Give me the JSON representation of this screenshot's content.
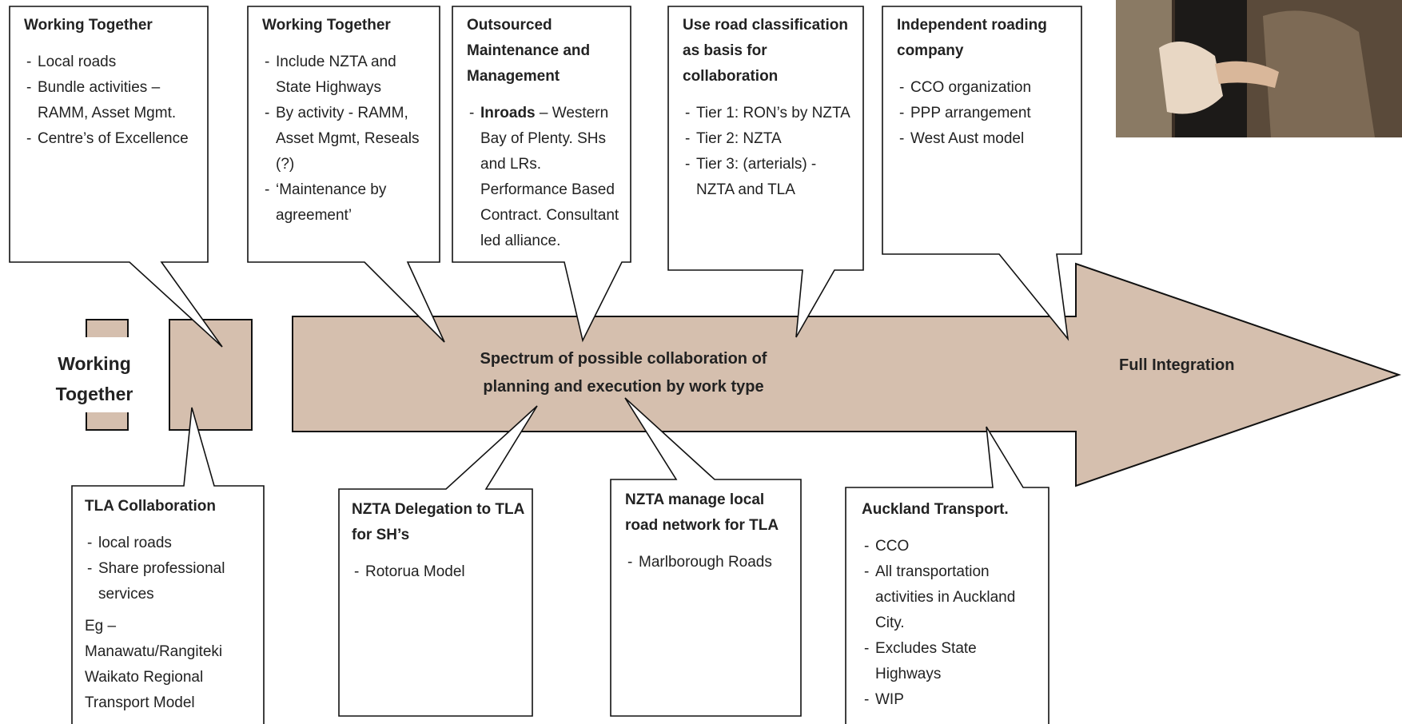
{
  "colors": {
    "arrow_fill": "#d5bfae",
    "outline": "#111111",
    "text": "#222222"
  },
  "left_label": {
    "line1": "Working",
    "line2": "Together"
  },
  "arrow": {
    "center_line1": "Spectrum of possible collaboration of",
    "center_line2": "planning and execution by work type",
    "end_label": "Full Integration"
  },
  "callouts_top": [
    {
      "title": "Working Together",
      "items": [
        "Local roads",
        "Bundle activities – RAMM, Asset Mgmt.",
        "Centre’s of Excellence"
      ]
    },
    {
      "title": "Working Together",
      "items": [
        "Include NZTA and State Highways",
        "By activity  - RAMM, Asset Mgmt, Reseals (?)",
        "‘Maintenance by agreement’"
      ]
    },
    {
      "title": "Outsourced Maintenance and Management",
      "lead_bold": "Inroads",
      "lead_rest": " – Western Bay of Plenty. SHs and LRs. Performance Based Contract. Consultant led alliance."
    },
    {
      "title": "Use road classification as basis for collaboration",
      "items": [
        "Tier 1: RON’s by NZTA",
        "Tier 2: NZTA",
        "Tier 3: (arterials) - NZTA and TLA"
      ]
    },
    {
      "title": "Independent roading company",
      "items": [
        "CCO organization",
        "PPP arrangement",
        "West Aust model"
      ]
    }
  ],
  "callouts_bottom": [
    {
      "title": "TLA Collaboration",
      "items": [
        "local roads",
        "Share professional services"
      ],
      "note": "Eg – Manawatu/Rangiteki Waikato Regional Transport Model"
    },
    {
      "title": "NZTA Delegation to TLA for SH’s",
      "items": [
        "Rotorua Model"
      ]
    },
    {
      "title": "NZTA manage local road network for TLA",
      "items": [
        "Marlborough Roads"
      ]
    },
    {
      "title": "Auckland Transport.",
      "items": [
        "CCO",
        "All transportation activities in Auckland City.",
        "Excludes State Highways",
        "WIP"
      ]
    }
  ]
}
